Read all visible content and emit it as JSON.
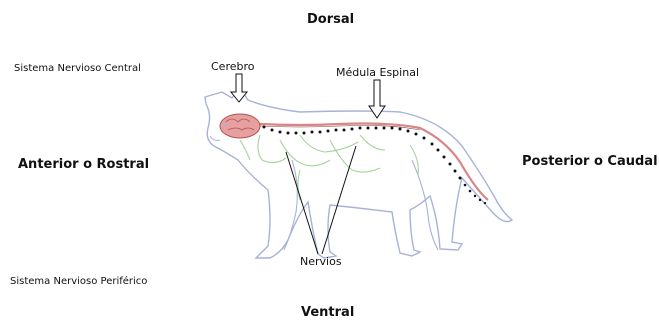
{
  "labels": {
    "dorsal": "Dorsal",
    "ventral": "Ventral",
    "anterior": "Anterior o Rostral",
    "posterior": "Posterior o Caudal",
    "snc": "Sistema Nervioso Central",
    "snp": "Sistema Nervioso Periférico",
    "cerebro": "Cerebro",
    "medula": "Médula Espinal",
    "nervios": "Nervios"
  },
  "colors": {
    "outline": "#a8b2d8",
    "brain": "#e7a0a0",
    "brain_stroke": "#b05050",
    "cord": "#d98585",
    "node": "#111111",
    "nerve_green": "#a6d39a",
    "text": "#111111"
  }
}
